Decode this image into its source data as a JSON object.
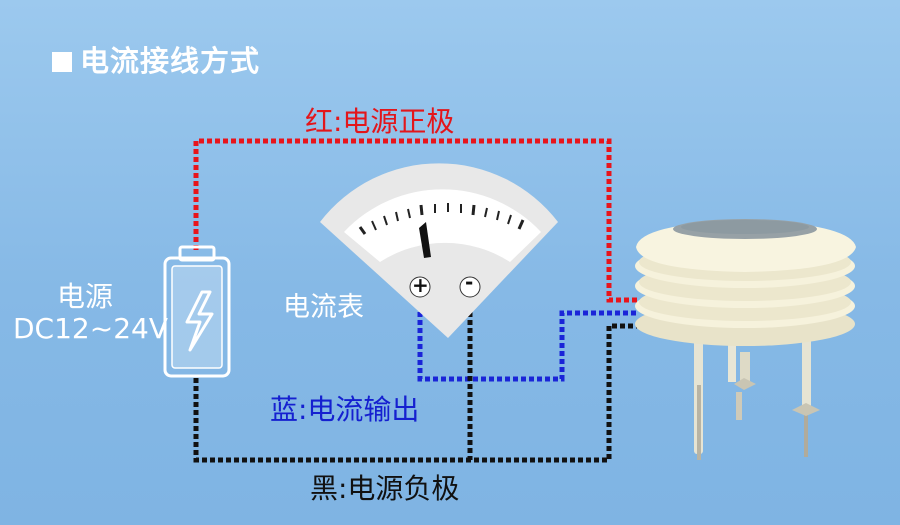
{
  "title": "电流接线方式",
  "labels": {
    "red_wire": "红:电源正极",
    "blue_wire": "蓝:电流输出",
    "black_wire": "黑:电源负极",
    "power_line1": "电源",
    "power_line2": "DC12~24V",
    "ammeter": "电流表",
    "plus": "+",
    "minus": "-"
  },
  "colors": {
    "red_wire": "#e8141b",
    "blue_wire": "#1a24d8",
    "black_wire": "#111111"
  }
}
